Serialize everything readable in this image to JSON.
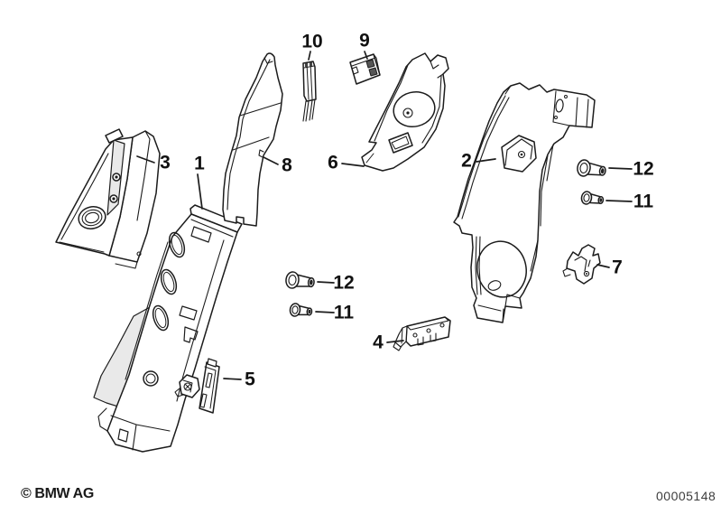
{
  "diagram": {
    "kind": "exploded-parts-diagram",
    "ink_color": "#1c1c1c",
    "background_color": "#ffffff",
    "footer": {
      "copyright": "© BMW AG",
      "diagram_number": "00005148"
    }
  },
  "callouts": [
    {
      "part": "front-side-panel",
      "label": "3"
    },
    {
      "part": "b-pillar-inner-left",
      "label": "1"
    },
    {
      "part": "pillar-trim-strip",
      "label": "8"
    },
    {
      "part": "seal-strip",
      "label": "10"
    },
    {
      "part": "clamp",
      "label": "9"
    },
    {
      "part": "speaker-panel",
      "label": "6"
    },
    {
      "part": "b-pillar-inner-right",
      "label": "2"
    },
    {
      "part": "blind-rivet-nut-right",
      "label": "12"
    },
    {
      "part": "blind-rivet-right",
      "label": "11"
    },
    {
      "part": "retaining-clip",
      "label": "7"
    },
    {
      "part": "blind-rivet-nut-middle",
      "label": "12"
    },
    {
      "part": "blind-rivet-middle",
      "label": "11"
    },
    {
      "part": "bracket",
      "label": "4"
    },
    {
      "part": "retaining-plate",
      "label": "5"
    }
  ]
}
